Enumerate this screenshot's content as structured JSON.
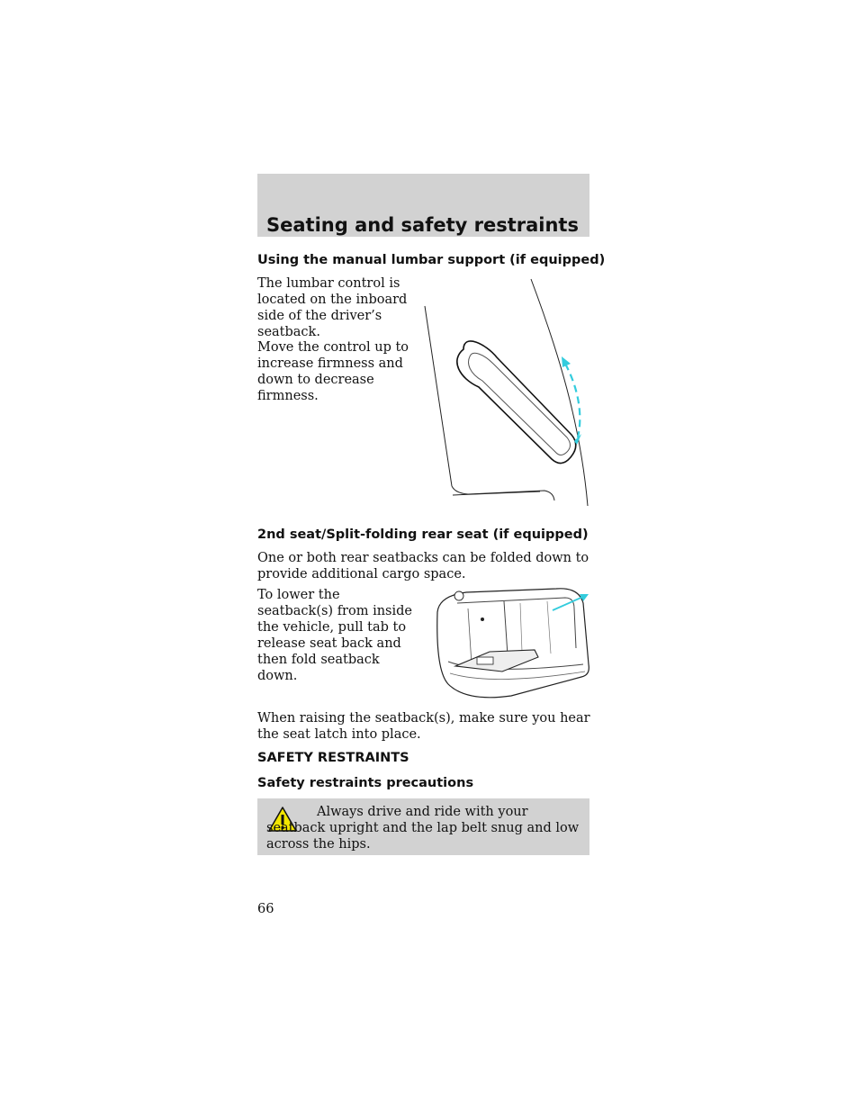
{
  "header": {
    "title": "Seating and safety restraints"
  },
  "lumbar": {
    "heading": "Using the manual lumbar support (if equipped)",
    "p1": "The lumbar control is\nlocated on the inboard\nside of the driver’s\nseatback.",
    "p2": "Move the control up to\nincrease firmness and\ndown to decrease\nfirmness."
  },
  "rear_seat": {
    "heading": "2nd seat/Split-folding rear seat (if equipped)",
    "p1": "One or both rear seatbacks can be folded down to\nprovide additional cargo space.",
    "p2": "To lower the\nseatback(s) from inside\nthe vehicle, pull tab to\nrelease seat back and\nthen fold seatback\ndown.",
    "p3": "When raising the seatback(s), make sure you hear\nthe seat latch into place."
  },
  "safety": {
    "section_heading": "SAFETY RESTRAINTS",
    "subheading": "Safety restraints precautions",
    "warning_text": "Always drive and ride with your seatback upright and the lap belt snug and low across the hips."
  },
  "page_number": "66",
  "colors": {
    "band": "#d2d2d2",
    "arrow": "#33ccdd",
    "warning_icon": "#f2e600"
  },
  "icons": [
    "warning-triangle-icon"
  ]
}
